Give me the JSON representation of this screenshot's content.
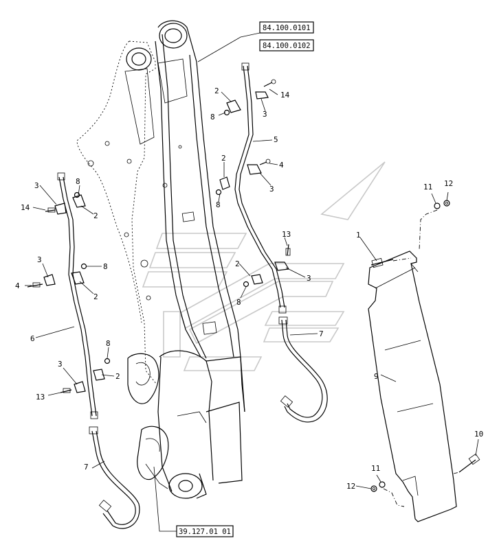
{
  "references": {
    "top_1": "84.100.0101",
    "top_2": "84.100.0102",
    "bottom": "39.127.01 01"
  },
  "callouts": {
    "c1_main": "1",
    "c4_right": "4",
    "c4_left": "4",
    "c5": "5",
    "c6": "6",
    "c7_right": "7",
    "c7_left": "7",
    "c9": "9",
    "c10": "10",
    "c11_top": "11",
    "c12_top": "12",
    "c11_bot": "11",
    "c12_bot": "12",
    "c13_top": "13",
    "c13_left": "13",
    "c14_top": "14",
    "c14_left": "14",
    "c2_a": "2",
    "c2_b": "2",
    "c2_c": "2",
    "c2_d": "2",
    "c2_e": "2",
    "c2_f": "2",
    "c3_a": "3",
    "c3_b": "3",
    "c3_c": "3",
    "c3_d": "3",
    "c3_e": "3",
    "c3_f": "3",
    "c8_a": "8",
    "c8_b": "8",
    "c8_c": "8",
    "c8_d": "8",
    "c8_e": "8",
    "c8_f": "8"
  }
}
